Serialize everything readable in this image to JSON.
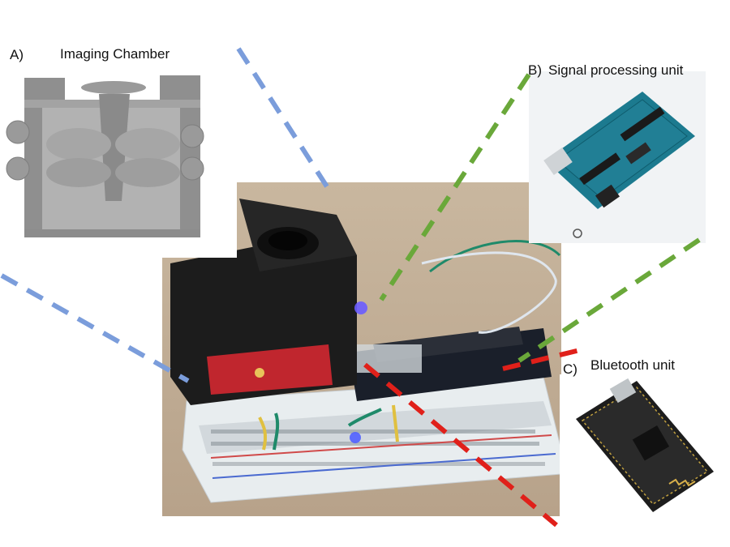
{
  "labels": {
    "a_letter": "A)",
    "a_title": "Imaging Chamber",
    "b_letter": "B)",
    "b_title": "Signal processing unit",
    "c_letter": "C)",
    "c_title": "Bluetooth unit"
  },
  "colors": {
    "line_a": "#7b9ddb",
    "line_b": "#6aa83a",
    "line_c": "#e0201a",
    "cad_gray": "#9e9e9e",
    "pcb_blue": "#1c7a8f",
    "breadboard": "#e9eef0"
  }
}
